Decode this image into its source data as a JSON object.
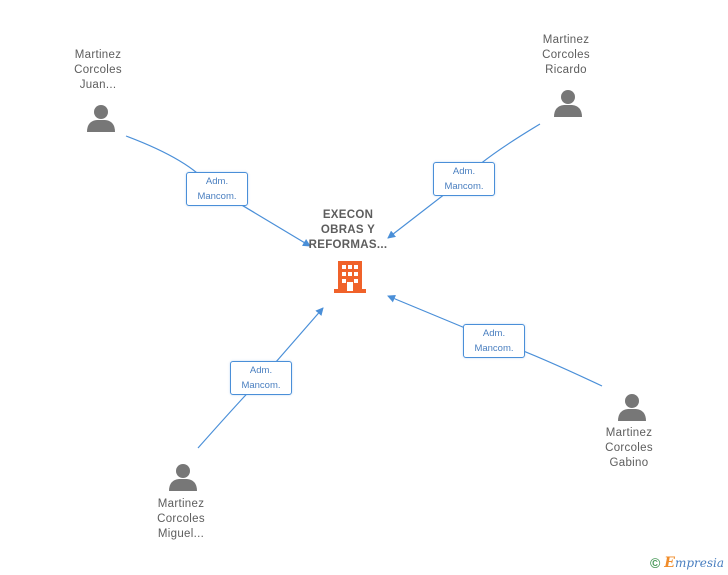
{
  "company": {
    "name_lines": [
      "EXECON",
      "OBRAS Y",
      "REFORMAS..."
    ],
    "icon": "building-icon",
    "color": "#f0622a"
  },
  "people": [
    {
      "id": "juan",
      "name_lines": [
        "Martinez",
        "Corcoles",
        "Juan..."
      ],
      "icon": "person-icon"
    },
    {
      "id": "ricardo",
      "name_lines": [
        "Martinez",
        "Corcoles",
        "Ricardo"
      ],
      "icon": "person-icon"
    },
    {
      "id": "miguel",
      "name_lines": [
        "Martinez",
        "Corcoles",
        "Miguel..."
      ],
      "icon": "person-icon"
    },
    {
      "id": "gabino",
      "name_lines": [
        "Martinez",
        "Corcoles",
        "Gabino"
      ],
      "icon": "person-icon"
    }
  ],
  "relations": [
    {
      "from": "juan",
      "role_lines": [
        "Adm.",
        "Mancom."
      ]
    },
    {
      "from": "ricardo",
      "role_lines": [
        "Adm.",
        "Mancom."
      ]
    },
    {
      "from": "miguel",
      "role_lines": [
        "Adm.",
        "Mancom."
      ]
    },
    {
      "from": "gabino",
      "role_lines": [
        "Adm.",
        "Mancom."
      ]
    }
  ],
  "colors": {
    "edge": "#4a8fd8",
    "person": "#777777",
    "text": "#5d5d5d"
  },
  "footer": {
    "copyright_symbol": "©",
    "brand_first": "E",
    "brand_rest": "mpresia"
  }
}
